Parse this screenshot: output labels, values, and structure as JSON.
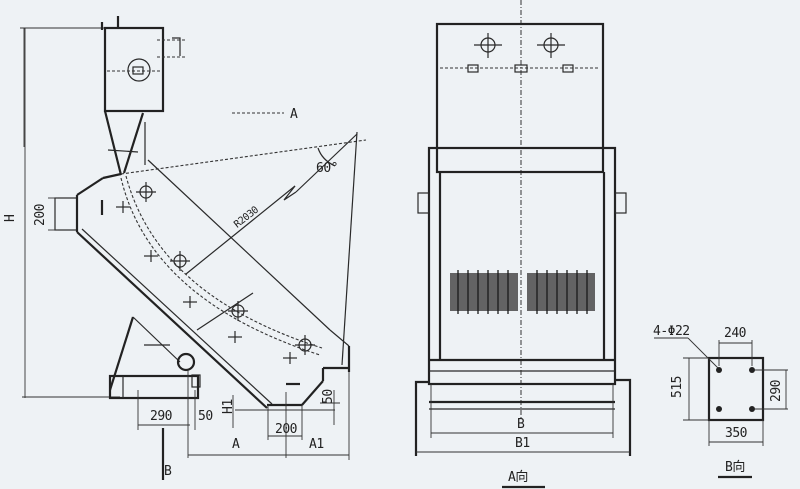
{
  "drawing": {
    "type": "engineering drawing - inclined screen / sieve assembly",
    "views": {
      "side_view": {
        "labels": {
          "height": "H",
          "inlet_height": "200",
          "radius": "R2030",
          "angle": "60°",
          "view_arrow_A": "A",
          "view_arrow_B": "B",
          "base_width": "290",
          "offset_50_left": "50",
          "height_H1": "H1",
          "outlet_width": "200",
          "offset_50_right": "50",
          "dim_A": "A",
          "dim_A1": "A1"
        }
      },
      "front_view": {
        "labels": {
          "inner_width": "B",
          "outer_width": "B1",
          "title": "A向"
        }
      },
      "base_view": {
        "labels": {
          "holes": "4-Φ22",
          "hole_spacing_x": "240",
          "hole_spacing_y": "290",
          "plate_width": "350",
          "plate_height": "515",
          "title": "B向"
        }
      }
    },
    "colors": {
      "background": "#eef2f5",
      "line": "#222222",
      "screen_fill": "#4a4a4a"
    }
  }
}
